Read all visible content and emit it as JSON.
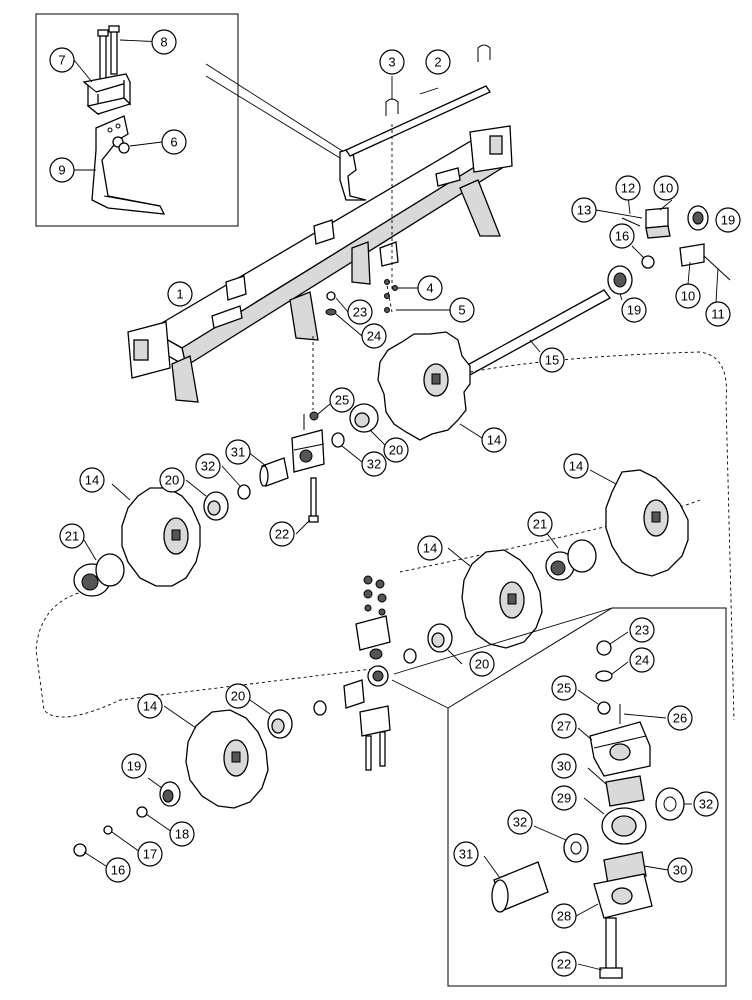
{
  "callouts": {
    "c1": "1",
    "c2": "2",
    "c3": "3",
    "c4": "4",
    "c5": "5",
    "c6": "6",
    "c7": "7",
    "c8": "8",
    "c9": "9",
    "c10a": "10",
    "c10b": "10",
    "c11": "11",
    "c12": "12",
    "c13": "13",
    "c14a": "14",
    "c14b": "14",
    "c14c": "14",
    "c14d": "14",
    "c14e": "14",
    "c15": "15",
    "c16a": "16",
    "c16b": "16",
    "c17": "17",
    "c18": "18",
    "c19a": "19",
    "c19b": "19",
    "c19c": "19",
    "c20a": "20",
    "c20b": "20",
    "c20c": "20",
    "c20d": "20",
    "c21a": "21",
    "c21b": "21",
    "c22a": "22",
    "c22b": "22",
    "c23a": "23",
    "c23b": "23",
    "c24a": "24",
    "c24b": "24",
    "c25a": "25",
    "c25b": "25",
    "c26": "26",
    "c27": "27",
    "c28": "28",
    "c29": "29",
    "c30a": "30",
    "c30b": "30",
    "c31a": "31",
    "c31b": "31",
    "c32a": "32",
    "c32b": "32",
    "c32c": "32",
    "c32d": "32"
  }
}
